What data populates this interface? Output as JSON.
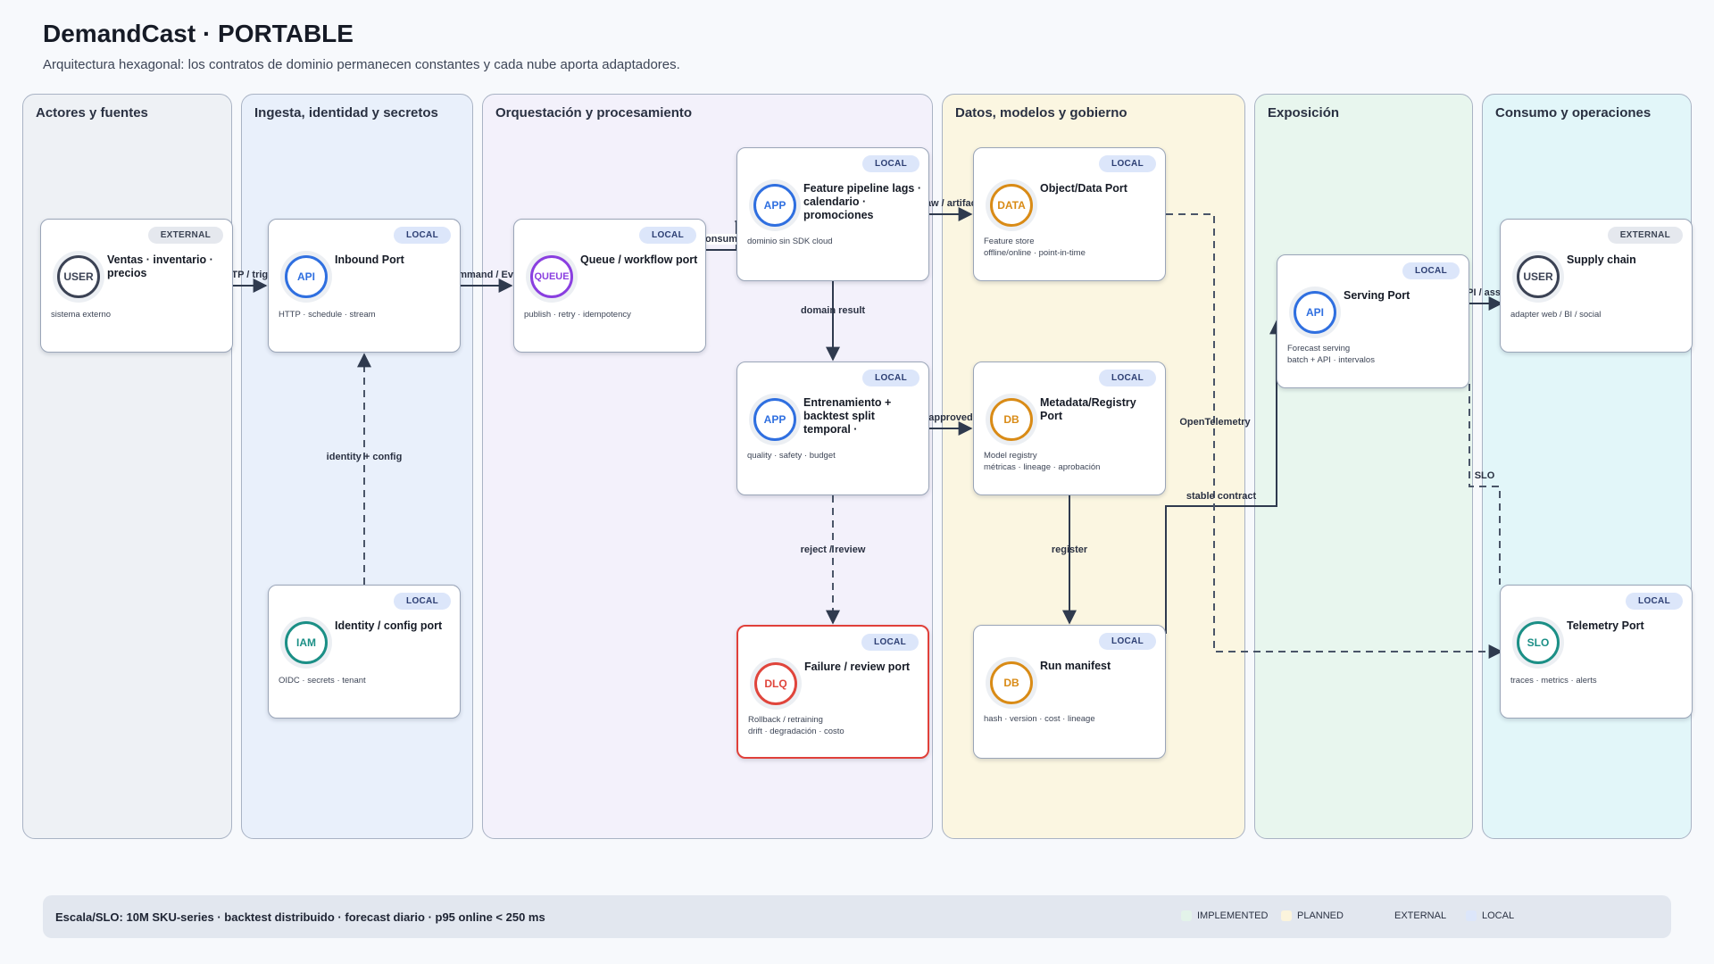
{
  "header": {
    "title": "DemandCast · PORTABLE",
    "subtitle": "Arquitectura hexagonal: los contratos de dominio permanecen constantes y cada nube aporta adaptadores."
  },
  "lanes": {
    "actores": "Actores y fuentes",
    "ingesta": "Ingesta, identidad y secretos",
    "orquestacion": "Orquestación y procesamiento",
    "datos": "Datos, modelos y gobierno",
    "exposicion": "Exposición",
    "consumo": "Consumo y operaciones"
  },
  "nodes": {
    "ventas": {
      "badge": "EXTERNAL",
      "icon": "USER",
      "title": "Ventas · inventario · precios",
      "sub": "sistema externo"
    },
    "inbound": {
      "badge": "LOCAL",
      "icon": "API",
      "title": "Inbound Port",
      "sub": "HTTP · schedule · stream"
    },
    "identity": {
      "badge": "LOCAL",
      "icon": "IAM",
      "title": "Identity / config port",
      "sub": "OIDC · secrets · tenant"
    },
    "queue": {
      "badge": "LOCAL",
      "icon": "QUEUE",
      "title": "Queue / workflow port",
      "sub": "publish · retry · idempotency"
    },
    "feature": {
      "badge": "LOCAL",
      "icon": "APP",
      "title": "Feature pipeline lags · calendario · promociones",
      "sub": "dominio sin SDK cloud"
    },
    "training": {
      "badge": "LOCAL",
      "icon": "APP",
      "title": "Entrenamiento + backtest split temporal ·",
      "sub": "quality · safety · budget"
    },
    "failure": {
      "badge": "LOCAL",
      "icon": "DLQ",
      "title": "Failure / review port",
      "sub": "Rollback / retraining\ndrift · degradación · costo"
    },
    "object": {
      "badge": "LOCAL",
      "icon": "DATA",
      "title": "Object/Data Port",
      "sub": "Feature store\noffline/online · point-in-time"
    },
    "metadata": {
      "badge": "LOCAL",
      "icon": "DB",
      "title": "Metadata/Registry Port",
      "sub": "Model registry\nmétricas · lineage · aprobación"
    },
    "manifest": {
      "badge": "LOCAL",
      "icon": "DB",
      "title": "Run manifest",
      "sub": "hash · version · cost · lineage"
    },
    "serving": {
      "badge": "LOCAL",
      "icon": "API",
      "title": "Serving Port",
      "sub": "Forecast serving\nbatch + API · intervalos"
    },
    "supply": {
      "badge": "EXTERNAL",
      "icon": "USER",
      "title": "Supply chain",
      "sub": "adapter web / BI / social"
    },
    "telemetry": {
      "badge": "LOCAL",
      "icon": "SLO",
      "title": "Telemetry Port",
      "sub": "traces · metrics · alerts"
    }
  },
  "edges": {
    "http_trigger": "HTTP / trigger",
    "command_event": "Command / Event",
    "consume": "consume",
    "raw_artifact": "raw / artifact",
    "domain_result": "domain result",
    "approved": "approved",
    "identity_config": "identity + config",
    "reject_review": "reject / review",
    "register": "register",
    "stable_contract": "stable contract",
    "opentelemetry": "OpenTelemetry",
    "api_asset": "API / asset",
    "slo": "SLO"
  },
  "footer": {
    "text": "Escala/SLO: 10M SKU-series · backtest distribuido · forecast diario · p95 online < 250 ms",
    "legend": [
      {
        "label": "IMPLEMENTED",
        "color": "#e3f3e9"
      },
      {
        "label": "PLANNED",
        "color": "#fbf4dc"
      },
      {
        "label": "EXTERNAL",
        "color": "#e2e7ef"
      },
      {
        "label": "LOCAL",
        "color": "#dce6fa"
      }
    ]
  },
  "colors": {
    "lane_actores": "#eef1f5",
    "lane_ingesta": "#e9f0fb",
    "lane_orquestacion": "#f3f1fb",
    "lane_datos": "#fbf6e1",
    "lane_exposicion": "#e8f6ee",
    "lane_consumo": "#e2f6f9"
  }
}
